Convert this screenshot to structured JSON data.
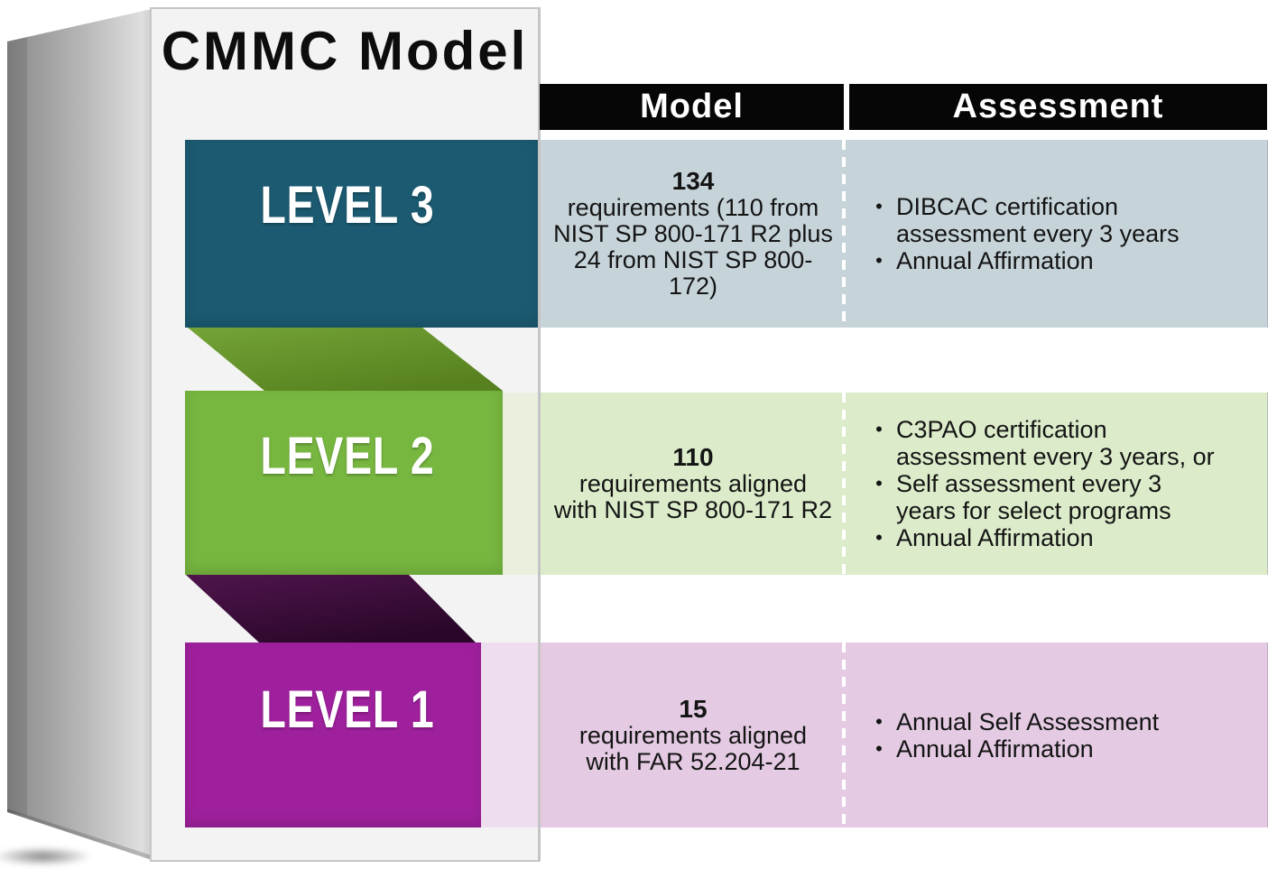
{
  "title": "CMMC Model",
  "header": {
    "model": "Model",
    "assessment": "Assessment"
  },
  "colors": {
    "header_bg": "#060606",
    "level3_band": "#1b5a71",
    "level3_tint": "#c6d4da",
    "level2_band": "#77b740",
    "level2_tint": "#dcecca",
    "level2_strip": "#e9f1de",
    "fold_green": "#65952d",
    "level1_band": "#9f209d",
    "level1_tint": "#e4cbe3",
    "level1_strip": "#eeddee",
    "fold_purple": "#451143"
  },
  "levels": [
    {
      "label": "LEVEL 3",
      "count": "134",
      "model_lines": [
        "requirements (110 from",
        "NIST SP 800-171 R2 plus",
        "24 from NIST SP 800-",
        "172)"
      ],
      "assessment_bullets": [
        [
          "DIBCAC certification",
          "assessment every 3 years"
        ],
        [
          "Annual Affirmation"
        ]
      ]
    },
    {
      "label": "LEVEL 2",
      "count": "110",
      "model_lines": [
        "requirements aligned",
        "with NIST SP 800-171 R2"
      ],
      "assessment_bullets": [
        [
          "C3PAO certification",
          "assessment every 3 years, or"
        ],
        [
          "Self assessment every 3",
          "years for select programs"
        ],
        [
          "Annual Affirmation"
        ]
      ]
    },
    {
      "label": "LEVEL 1",
      "count": "15",
      "model_lines": [
        "requirements aligned",
        "with FAR 52.204-21"
      ],
      "assessment_bullets": [
        [
          "Annual Self Assessment"
        ],
        [
          "Annual Affirmation"
        ]
      ]
    }
  ]
}
